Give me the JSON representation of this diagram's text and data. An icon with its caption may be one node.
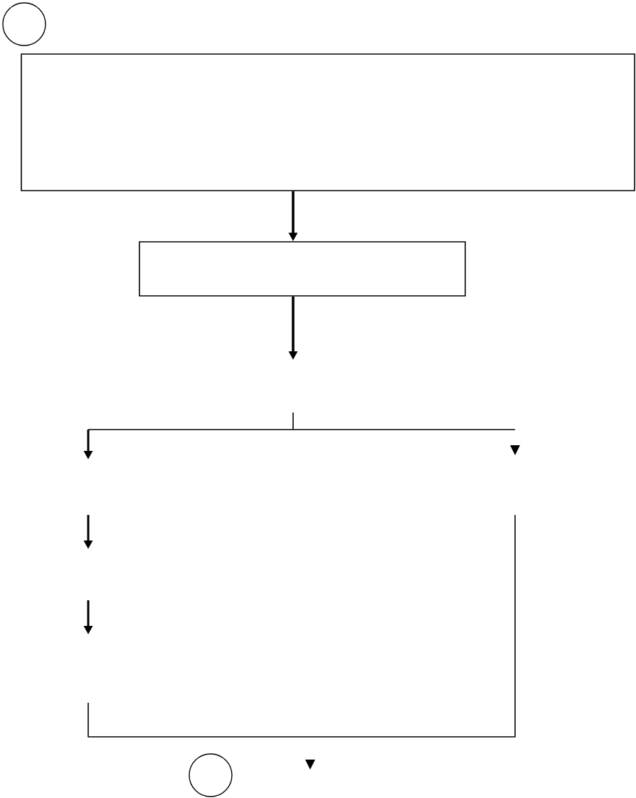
{
  "diagram": {
    "nodes": [
      {
        "text": [],
        "shape": "circle"
      },
      {
        "text": [],
        "shape": "box"
      },
      {
        "text": [],
        "shape": "box"
      },
      {
        "text": [],
        "shape": "circle"
      }
    ],
    "edges": [
      {
        "from": 1,
        "to": 2,
        "arrow": "to"
      },
      {
        "from": 2,
        "to": null,
        "arrow": "to"
      }
    ]
  }
}
